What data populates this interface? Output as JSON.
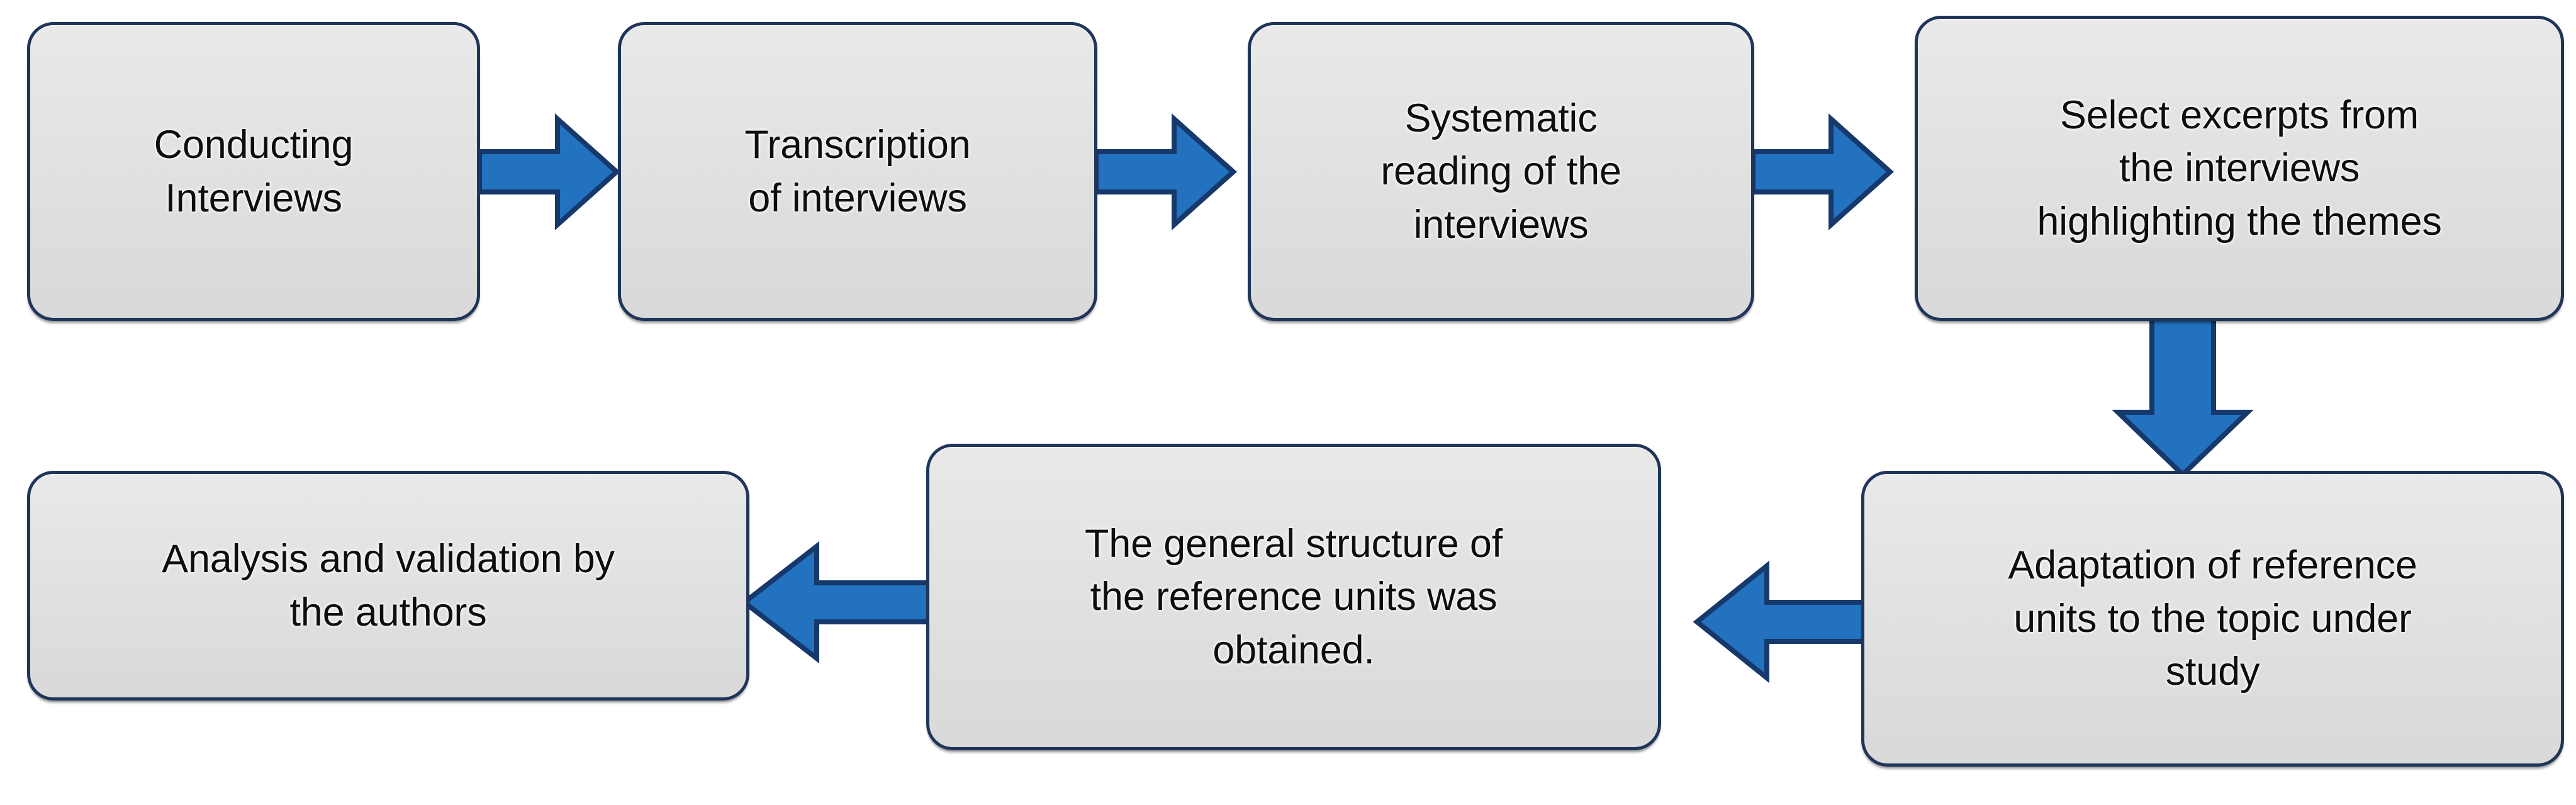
{
  "diagram": {
    "title": "Qualitative interview analysis process flowchart",
    "type": "flowchart",
    "orientation": "snake: left-to-right top row, right-to-left bottom row",
    "colors": {
      "node_fill": "#e2e2e2",
      "node_border": "#1f3559",
      "arrow_fill": "#2272c0",
      "arrow_border": "#17386b",
      "text": "#0e0e0e",
      "background": "#ffffff"
    },
    "nodes": [
      {
        "id": "n1",
        "step": 1,
        "label": "Conducting\nInterviews"
      },
      {
        "id": "n2",
        "step": 2,
        "label": "Transcription\nof interviews"
      },
      {
        "id": "n3",
        "step": 3,
        "label": "Systematic\nreading of the\ninterviews"
      },
      {
        "id": "n4",
        "step": 4,
        "label": "Select excerpts from\nthe interviews\nhighlighting the themes"
      },
      {
        "id": "n5",
        "step": 5,
        "label": "Adaptation of reference\nunits to the topic under\nstudy"
      },
      {
        "id": "n6",
        "step": 6,
        "label": "The general structure of\nthe reference units was\nobtained."
      },
      {
        "id": "n7",
        "step": 7,
        "label": "Analysis and validation by\nthe authors"
      }
    ],
    "edges": [
      {
        "id": "e1",
        "from": "n1",
        "to": "n2",
        "direction": "right"
      },
      {
        "id": "e2",
        "from": "n2",
        "to": "n3",
        "direction": "right"
      },
      {
        "id": "e3",
        "from": "n3",
        "to": "n4",
        "direction": "right"
      },
      {
        "id": "e4",
        "from": "n4",
        "to": "n5",
        "direction": "down"
      },
      {
        "id": "e5",
        "from": "n5",
        "to": "n6",
        "direction": "left"
      },
      {
        "id": "e6",
        "from": "n6",
        "to": "n7",
        "direction": "left"
      }
    ]
  }
}
